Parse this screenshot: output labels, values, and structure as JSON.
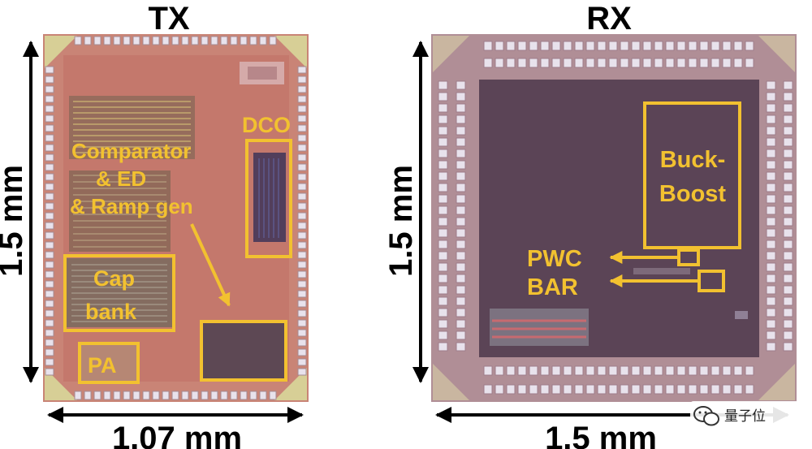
{
  "tx": {
    "title": "TX",
    "height_label": "1.5 mm",
    "width_label": "1.07 mm",
    "blocks": {
      "dco": "DCO",
      "comparator": [
        "Comparator",
        "& ED",
        "& Ramp gen"
      ],
      "cap_bank": [
        "Cap",
        "bank"
      ],
      "pa": "PA"
    }
  },
  "rx": {
    "title": "RX",
    "height_label": "1.5 mm",
    "width_label": "1.5 mm",
    "blocks": {
      "buck_boost": [
        "Buck-",
        "Boost"
      ],
      "pwc": "PWC",
      "bar": "BAR"
    }
  },
  "watermark": {
    "text": "量子位",
    "icon": "wechat-icon"
  },
  "colors": {
    "annotation": "#f2c130",
    "tx_die": "#c98476",
    "rx_die": "#b08e96",
    "rx_core": "#5b4456",
    "pad": "#e8e2ec"
  }
}
